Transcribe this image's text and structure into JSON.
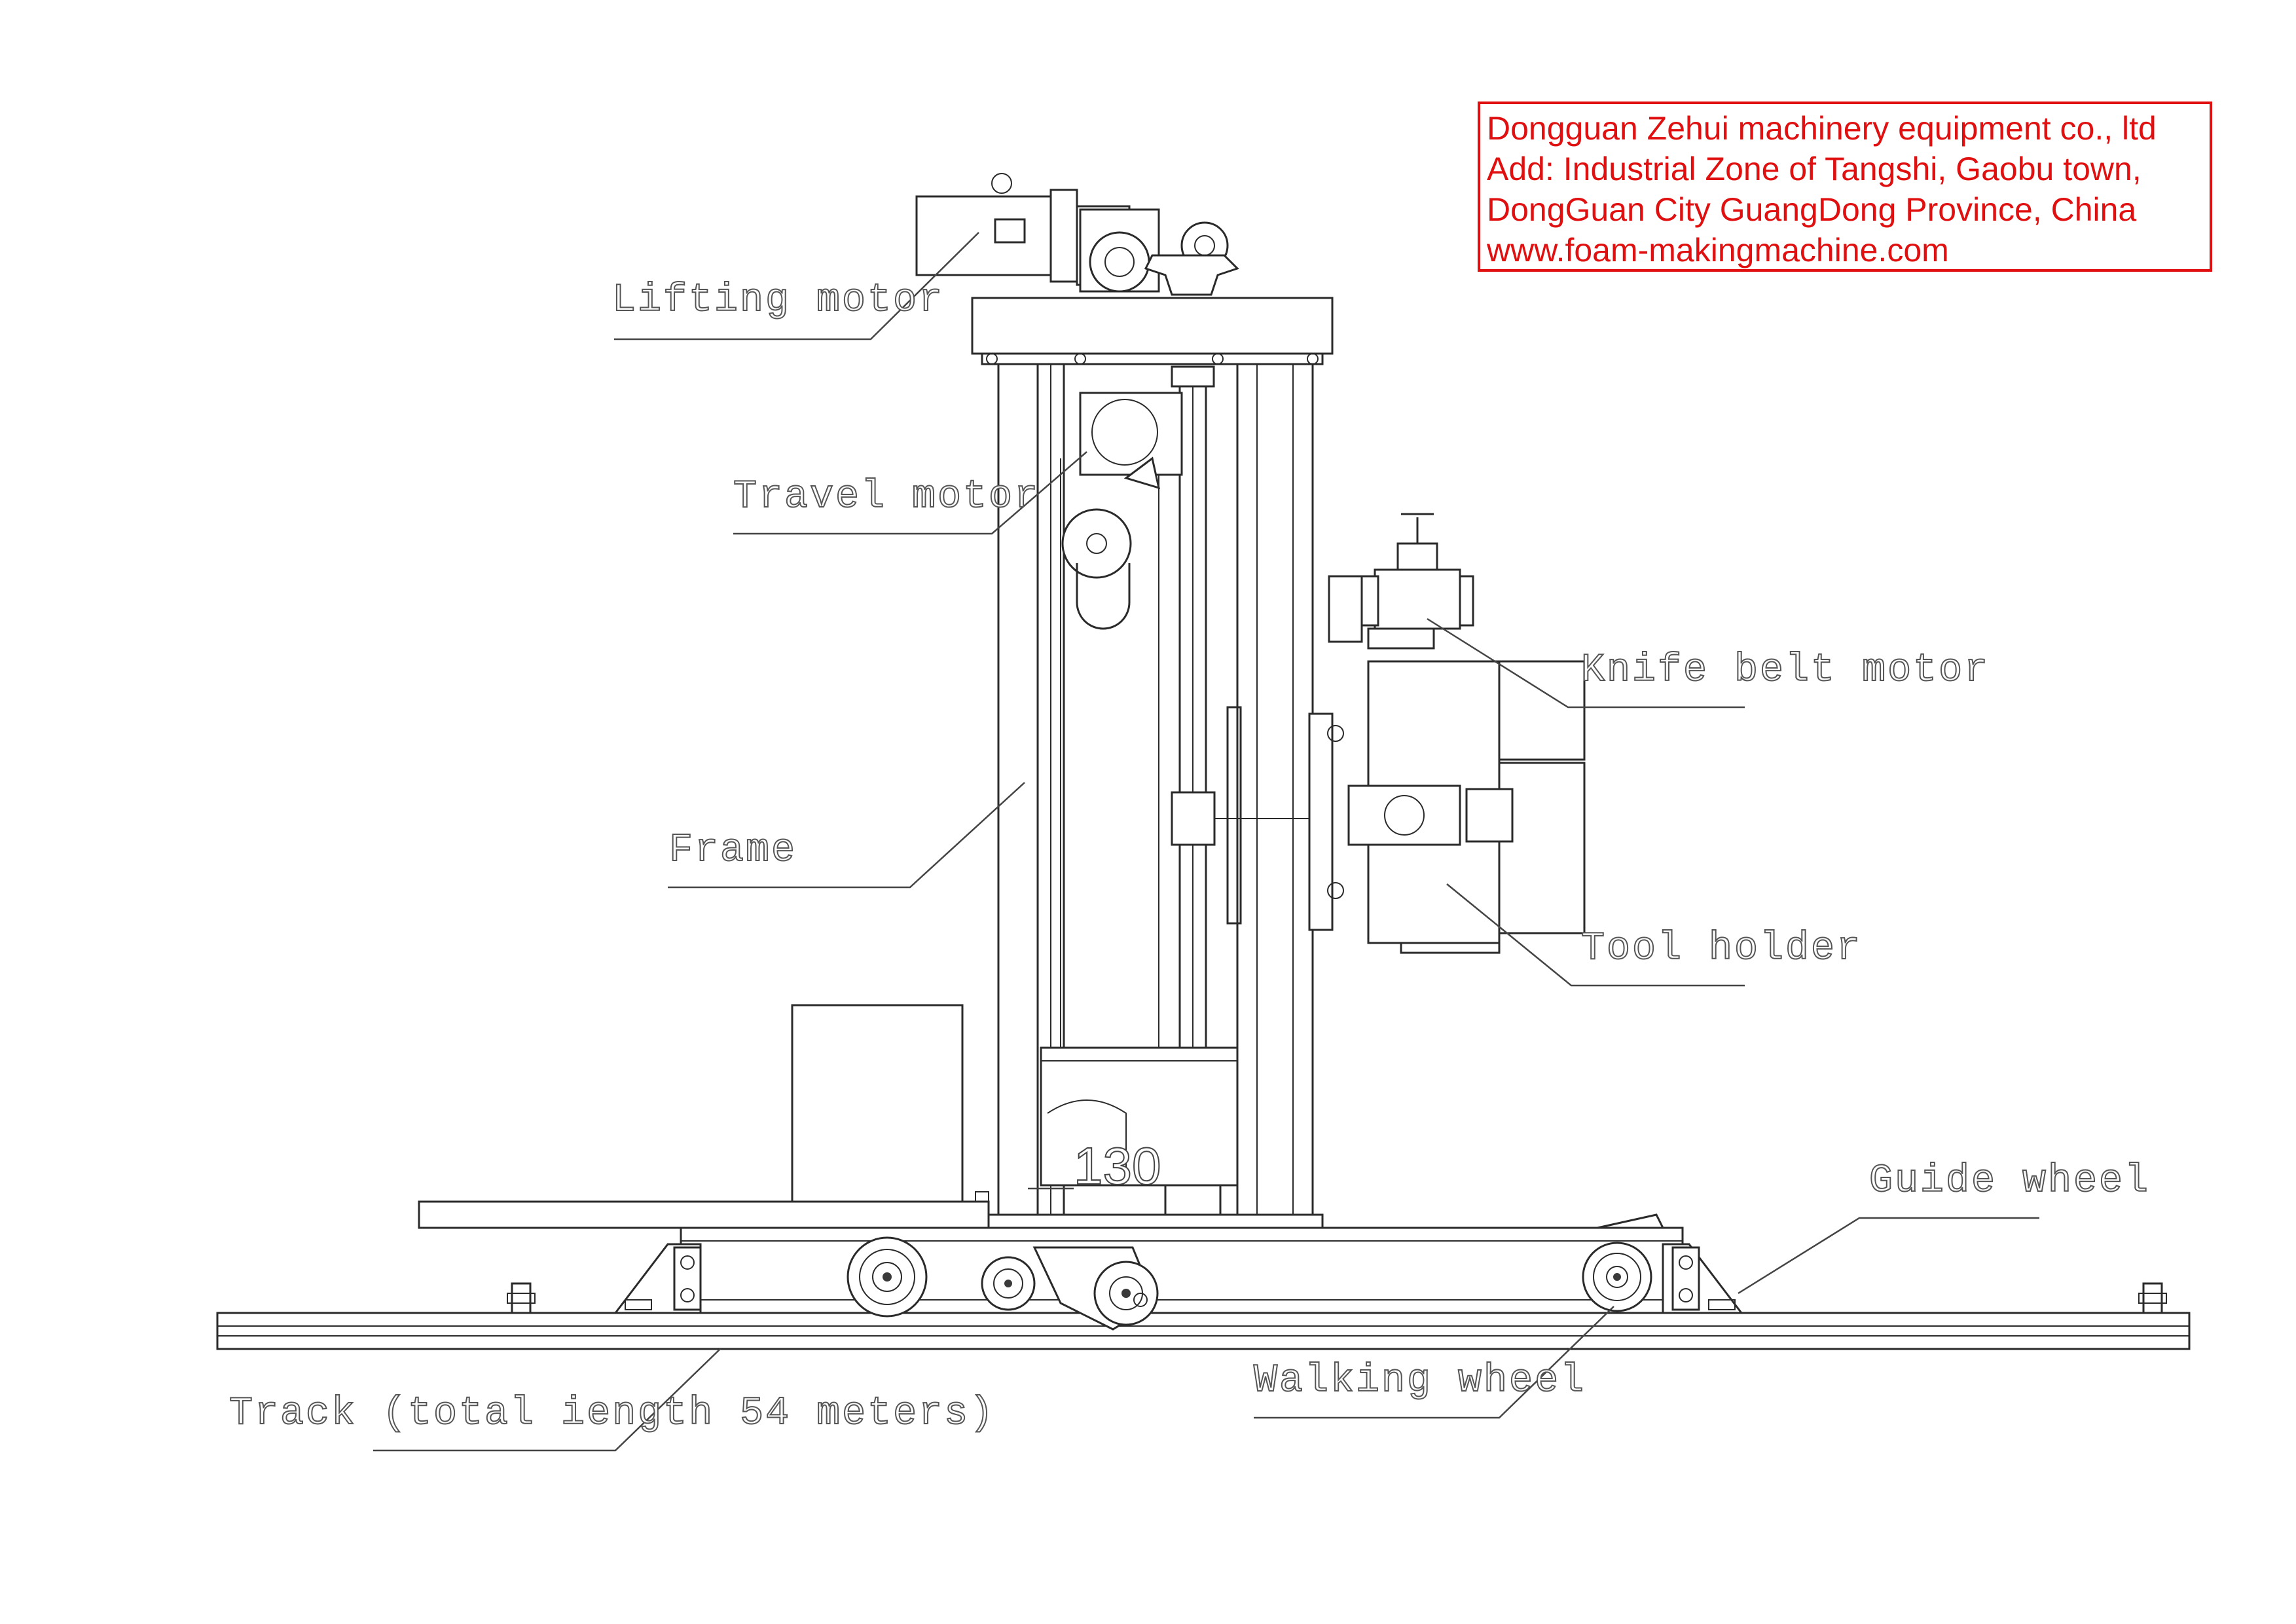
{
  "company": {
    "name": "Dongguan Zehui machinery equipment co., ltd",
    "address_line1": "Add: Industrial Zone of Tangshi, Gaobu town,",
    "address_line2": "DongGuan City GuangDong Province, China",
    "website": "www.foam-makingmachine.com",
    "border_color": "#e01010",
    "text_color": "#e01010"
  },
  "labels": {
    "lifting_motor": "Lifting motor",
    "travel_motor": "Travel motor",
    "knife_belt_motor": "Knife belt motor",
    "frame": "Frame",
    "tool_holder": "Tool holder",
    "guide_wheel": "Guide wheel",
    "walking_wheel": "Walking wheel",
    "track": "Track (total iength 54 meters)"
  },
  "dimension_text": "130"
}
